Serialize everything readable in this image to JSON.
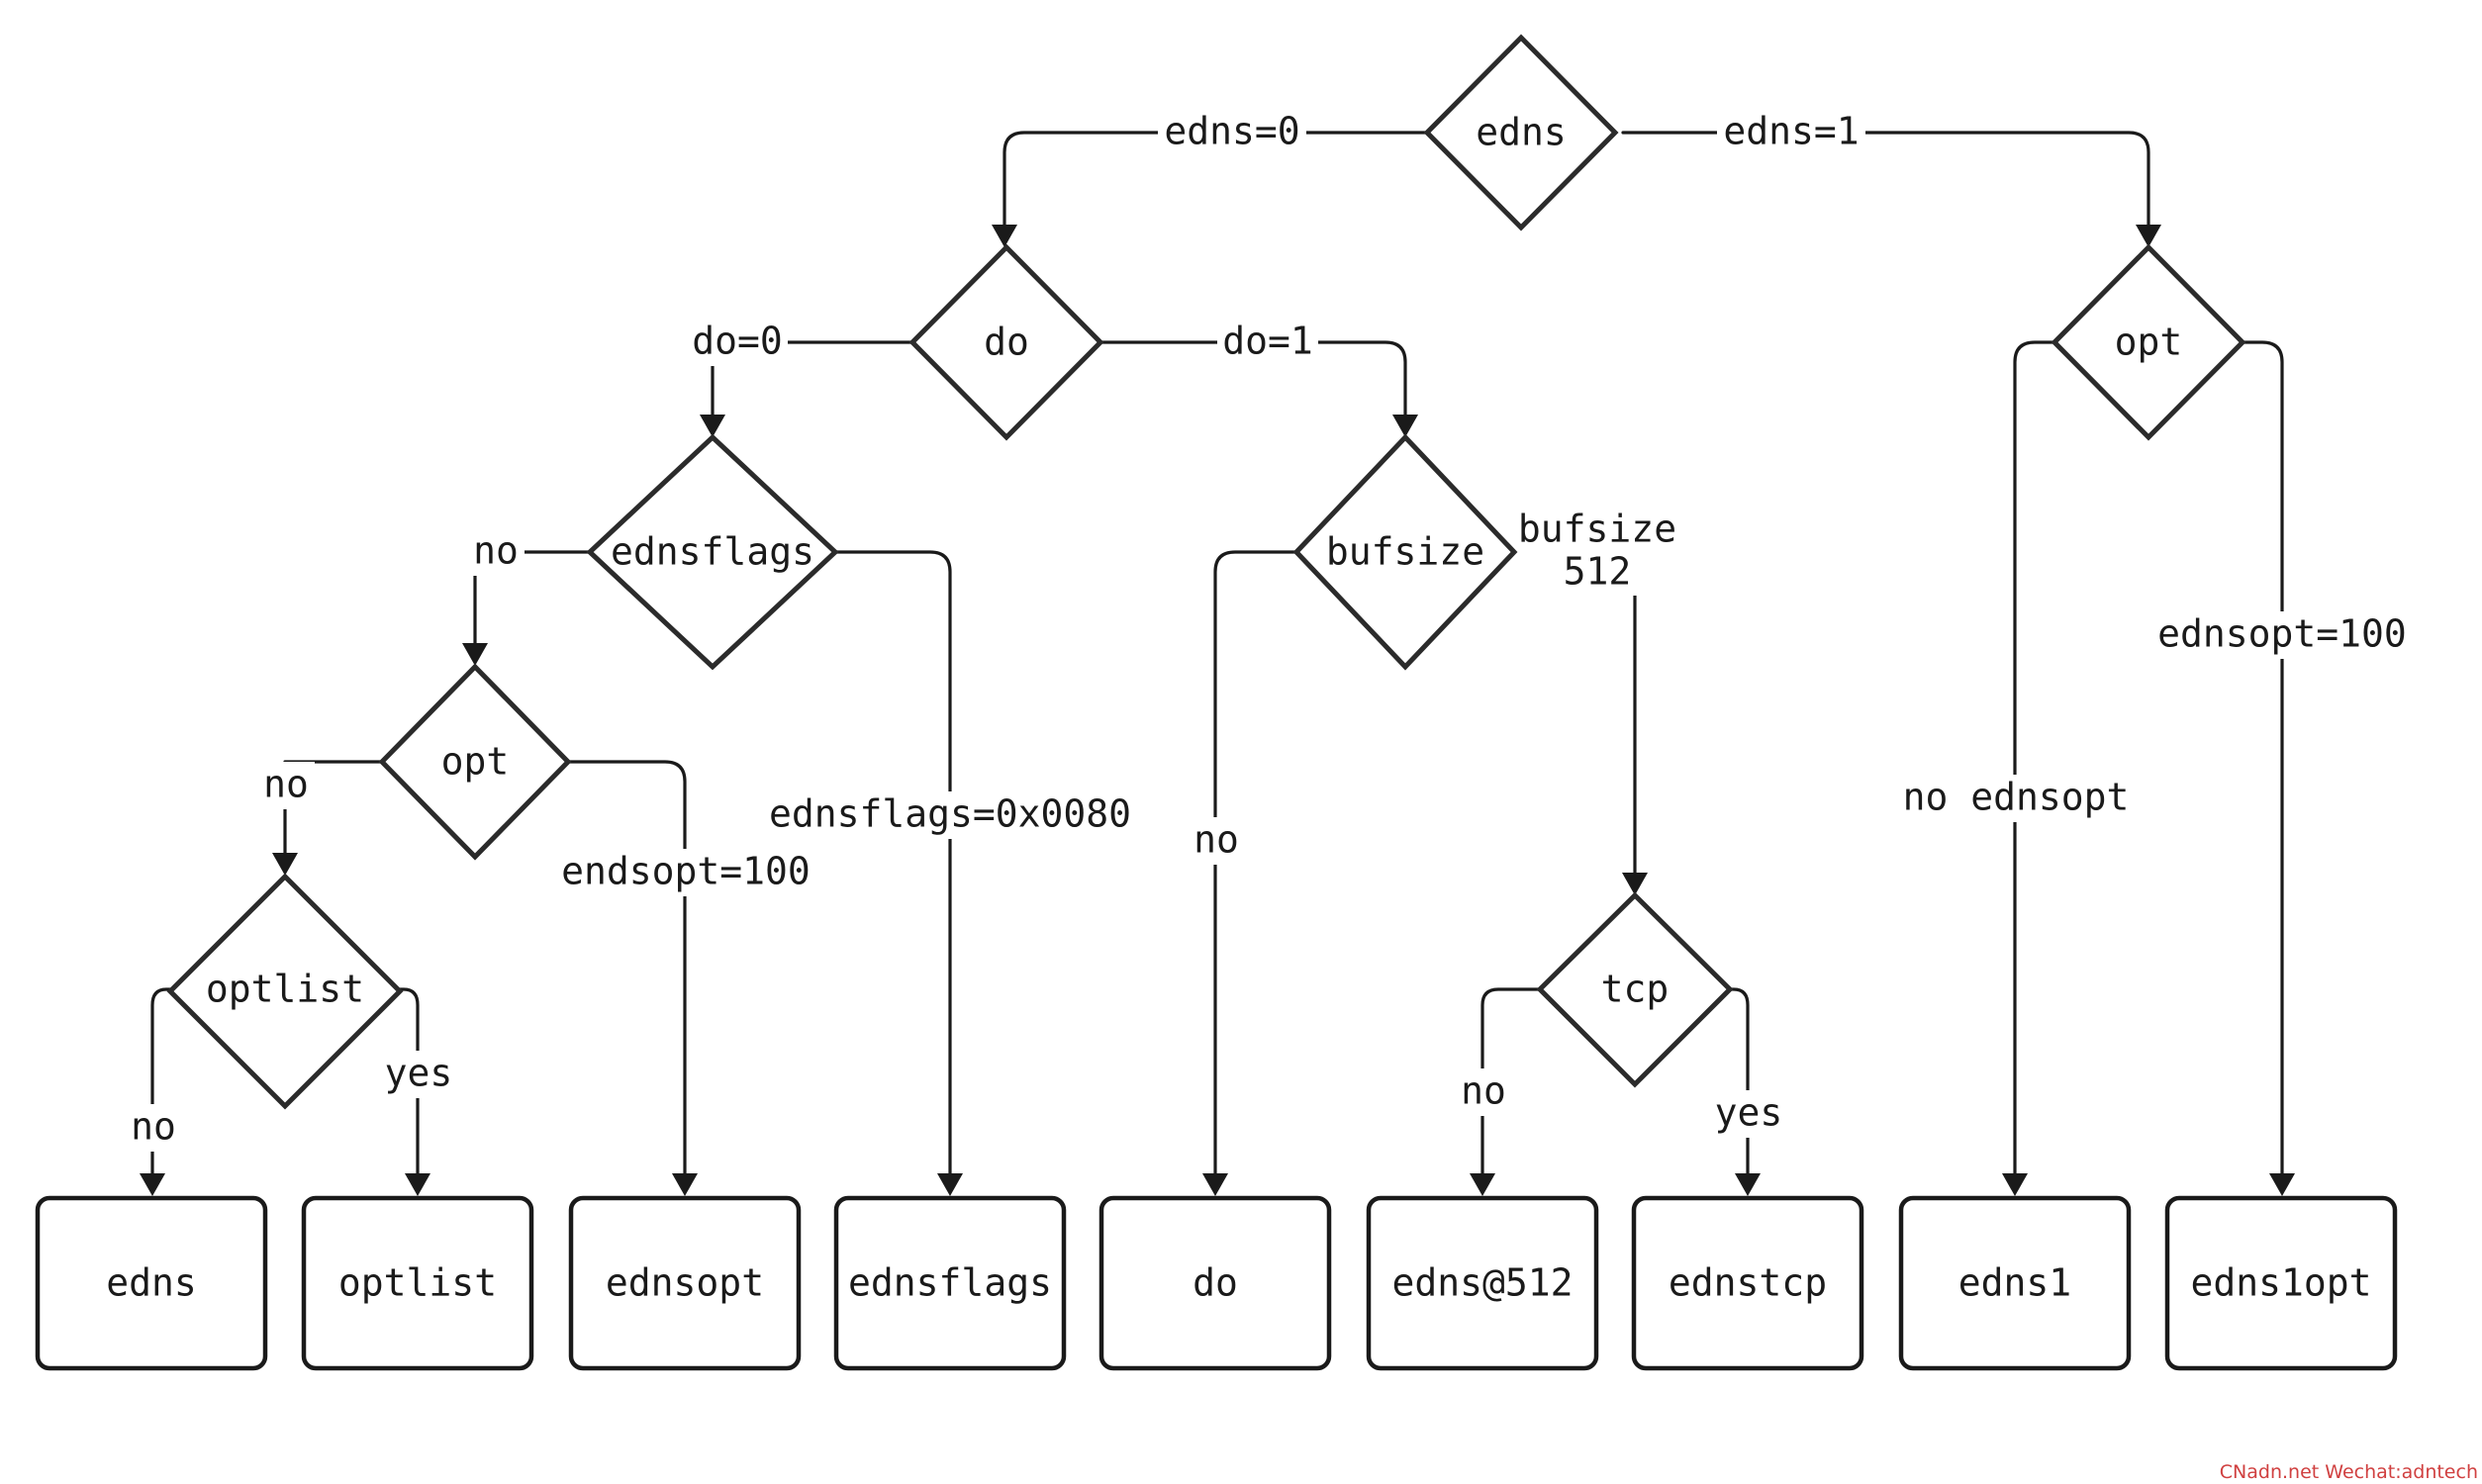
{
  "nodes": {
    "root": "edns",
    "do_check": "do",
    "opt_right": "opt",
    "ednsflags_check": "ednsflags",
    "bufsize_check": "bufsize",
    "opt_left": "opt",
    "optlist_check": "optlist",
    "tcp_check": "tcp"
  },
  "leaves": {
    "edns": "edns",
    "optlist": "optlist",
    "ednsopt": "ednsopt",
    "ednsflags": "ednsflags",
    "do": "do",
    "edns512": "edns@512",
    "ednstcp": "ednstcp",
    "edns1": "edns1",
    "edns1opt": "edns1opt"
  },
  "edge_labels": {
    "edns0": "edns=0",
    "edns1": "edns=1",
    "do0": "do=0",
    "do1": "do=1",
    "ednsflags_no": "no",
    "ednsflags_value": "ednsflags=0x0080",
    "bufsize_no": "no",
    "bufsize_512_line1": "bufsize",
    "bufsize_512_line2": "512",
    "opt_left_no": "no",
    "endsopt100": "endsopt=100",
    "optlist_no": "no",
    "optlist_yes": "yes",
    "tcp_no": "no",
    "tcp_yes": "yes",
    "no_ednsopt": "no ednsopt",
    "ednsopt100": "ednsopt=100"
  },
  "watermark": "CNadn.net Wechat:adntech"
}
